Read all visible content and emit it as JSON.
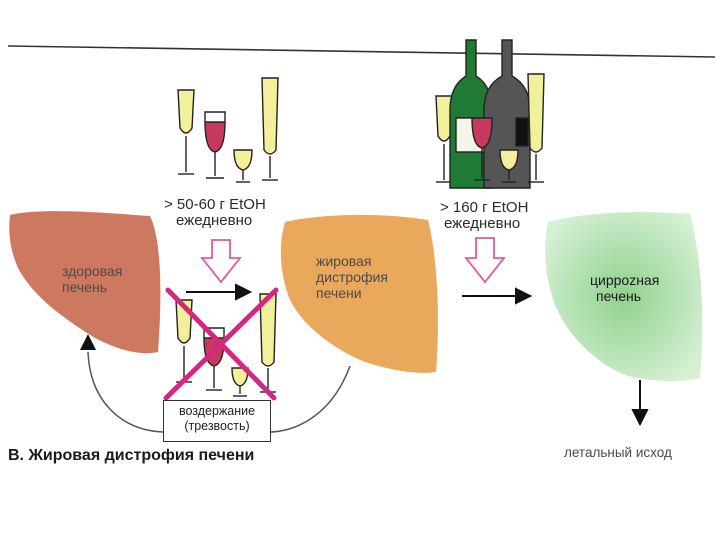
{
  "dose_low": {
    "line1": "> 50-60 г EtOH",
    "line2": "ежедневно"
  },
  "dose_high": {
    "line1": "> 160 г EtOH",
    "line2": "ежедневно"
  },
  "healthy_liver": {
    "line1": "здоровая",
    "line2": "печень",
    "color": "#c96e52"
  },
  "fatty_liver": {
    "line1": "жировая",
    "line2": "дистрофия",
    "line3": "печени",
    "color": "#e8a14e"
  },
  "cirrhotic_liver": {
    "line1": "цирроzная",
    "line2": "печень",
    "color": "#bfe6bf"
  },
  "abstinence": {
    "line1": "воздержание",
    "line2": "(трезвость)"
  },
  "outcome": "летальный исход",
  "caption": "В. Жировая дистрофия печени",
  "colors": {
    "wine": "#c8395f",
    "white_wine": "#f2f09a",
    "bottle_green": "#1f7a34",
    "bottle_gray": "#555555",
    "cross": "#d6267f",
    "arrow_pink": "#e05aa0"
  }
}
